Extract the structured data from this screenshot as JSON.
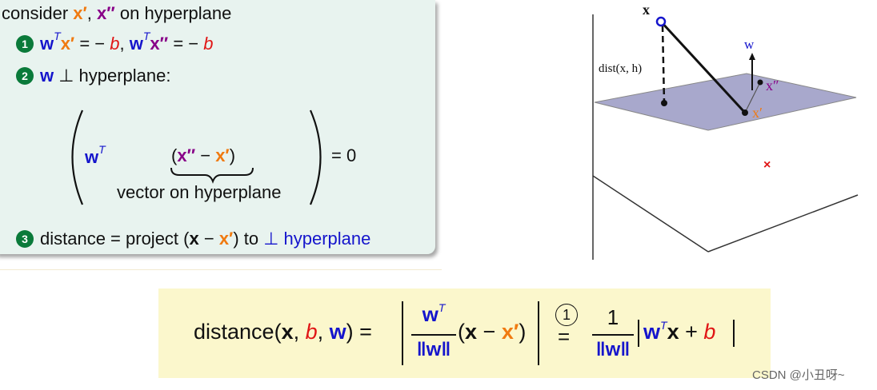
{
  "slide": {
    "heading": {
      "text_a": "consider ",
      "xp": "x′",
      "sep": ", ",
      "xpp": "x″",
      "text_b": " on hyperplane"
    },
    "item1": {
      "w": "w",
      "T": "T",
      "xp": "x′",
      "eq1": " = − ",
      "b": "b",
      "sep": ", ",
      "w2": "w",
      "T2": "T",
      "xpp": "x″",
      "eq2": " = − ",
      "b2": "b"
    },
    "item2": {
      "w": "w",
      "rest": " ⊥ hyperplane:"
    },
    "matrix": {
      "w": "w",
      "T": "T",
      "lparen": "(",
      "xpp": "x″",
      "minus": " − ",
      "xp": "x′",
      "rparen": ")",
      "under_label": "vector on hyperplane",
      "eq": "= 0"
    },
    "item3": {
      "text_a": "distance = project (",
      "x": "x",
      "minus": " − ",
      "xp": "x′",
      "text_b": ") to ",
      "perp": "⊥ hyperplane"
    },
    "bullets": [
      "1",
      "2",
      "3"
    ]
  },
  "formula": {
    "lhs_a": "distance(",
    "x": "x",
    "c1": ", ",
    "b": "b",
    "c2": ", ",
    "w": "w",
    "lhs_b": ") =",
    "num_w": "w",
    "num_T": "T",
    "den": "‖w‖",
    "paren": "(",
    "px": "x",
    "pminus": " − ",
    "pxp": "x′",
    "pend": ")",
    "step": "1",
    "eq": "=",
    "num_one": "1",
    "den2": "‖w‖",
    "abs_w": "w",
    "abs_T": "T",
    "abs_x": "x",
    "abs_plus": " + ",
    "abs_b": "b"
  },
  "figure": {
    "label_x": "x",
    "label_w": "w",
    "label_xpp": "x″",
    "label_xp": "x′",
    "label_dist": "dist(x, h)",
    "marker": "×"
  },
  "watermark": "CSDN @小丑呀~",
  "colors": {
    "blue": "#1515cc",
    "purple": "#880088",
    "orange": "#f07a10",
    "red": "#e01515",
    "box": "#e8f3ef",
    "formula_bg": "#fbf7cc",
    "plane": "#a8a8cc"
  }
}
